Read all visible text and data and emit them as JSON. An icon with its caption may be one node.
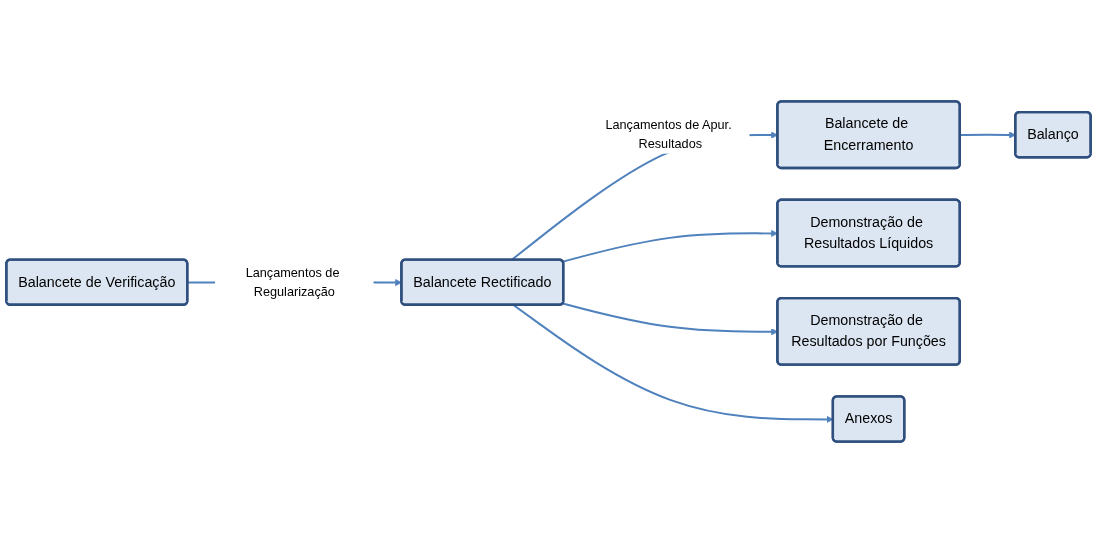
{
  "diagram": {
    "nodes": [
      {
        "text": [
          "Balancete de Verificação"
        ]
      },
      {
        "text": [
          "Balancete Rectificado"
        ]
      },
      {
        "text": [
          "Balancete de Encerramento"
        ]
      },
      {
        "text": [
          "Demonstração de Resultados Líquidos"
        ]
      },
      {
        "text": [
          "Demonstração de Resultados por Funções"
        ]
      },
      {
        "text": [
          "Anexos"
        ]
      },
      {
        "text": [
          "Balanço"
        ]
      }
    ],
    "edges": [
      {
        "from": 0,
        "to": 1,
        "arrow": "to",
        "label": "Lançamentos de Regularização"
      },
      {
        "from": 1,
        "to": 2,
        "arrow": "to",
        "label": "Lançamentos de Apur. Resultados"
      },
      {
        "from": 1,
        "to": 3,
        "arrow": "to"
      },
      {
        "from": 1,
        "to": 4,
        "arrow": "to"
      },
      {
        "from": 1,
        "to": 5,
        "arrow": "to"
      },
      {
        "from": 2,
        "to": 6,
        "arrow": "to"
      }
    ]
  }
}
